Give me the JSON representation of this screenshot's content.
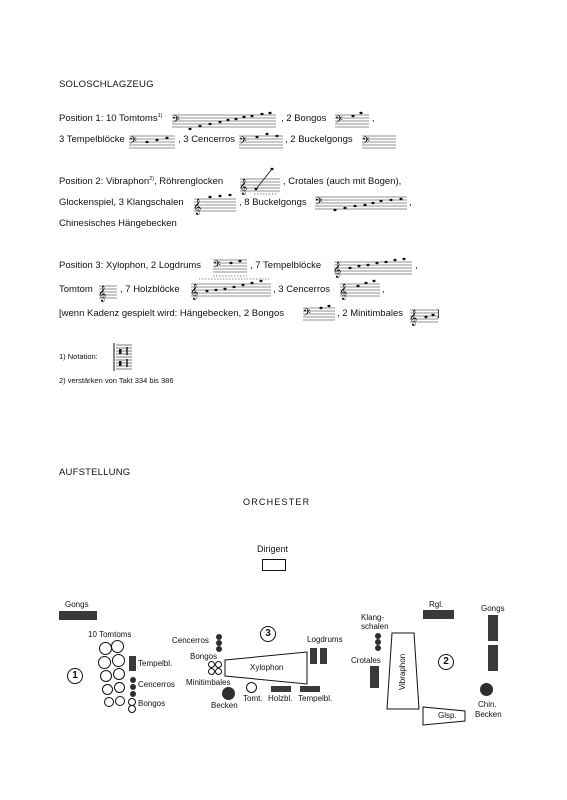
{
  "solo": {
    "heading": "SOLOSCHLAGZEUG",
    "p1": {
      "a": "Position 1: 10 Tomtoms",
      "a_sup": "1)",
      "b": ", 2 Bongos",
      "c": ",",
      "d": "3 Tempelblöcke",
      "e": ", 3 Cencerros",
      "f": ", 2 Buckelgongs"
    },
    "p2": {
      "a": "Position 2: Vibraphon",
      "a_sup": "2)",
      "b": ", Röhrenglocken",
      "c": ", Crotales (auch mit Bogen),",
      "d": "Glockenspiel, 3 Klangschalen",
      "e": ", 8 Buckelgongs",
      "f": ",",
      "g": "Chinesisches Hängebecken"
    },
    "p3": {
      "a": "Position 3: Xylophon, 2 Logdrums",
      "b": ", 7 Tempelblöcke",
      "c": ",",
      "d": "Tomtom",
      "e": ", 7 Holzblöcke",
      "f": ", 3 Cencerros",
      "g": ",",
      "h": "[wenn Kadenz gespielt wird: Hängebecken, 2 Bongos",
      "i": ", 2 Minitimbales",
      "j": "]"
    },
    "fn1": "1) Notation:",
    "fn2": "2) verstärken von Takt 334 bis 386"
  },
  "setup": {
    "heading": "AUFSTELLUNG",
    "orchester": "ORCHESTER",
    "dirigent": "Dirigent",
    "gongs_left": "Gongs",
    "tomtoms": "10 Tomtoms",
    "tempelbl_left": "Tempelbl.",
    "cencerros_left": "Cencerros",
    "bongos_left": "Bongos",
    "pos1": "1",
    "cencerros_mid": "Cencerros",
    "bongos_mid": "Bongos",
    "minitimbales": "Minitimbales",
    "becken": "Becken",
    "pos3": "3",
    "logdrums": "Logdrums",
    "xylophon": "Xylophon",
    "tomt": "Tomt.",
    "holzbl": "Holzbl.",
    "tempelbl_mid": "Tempelbl.",
    "klangschalen_1": "Klang-",
    "klangschalen_2": "schalen",
    "crotales": "Crotales",
    "vibraphon": "Vibraphon",
    "rgl": "Rgl.",
    "gongs_right": "Gongs",
    "pos2": "2",
    "glsp": "Glsp.",
    "chin_1": "Chin.",
    "chin_2": "Becken"
  }
}
